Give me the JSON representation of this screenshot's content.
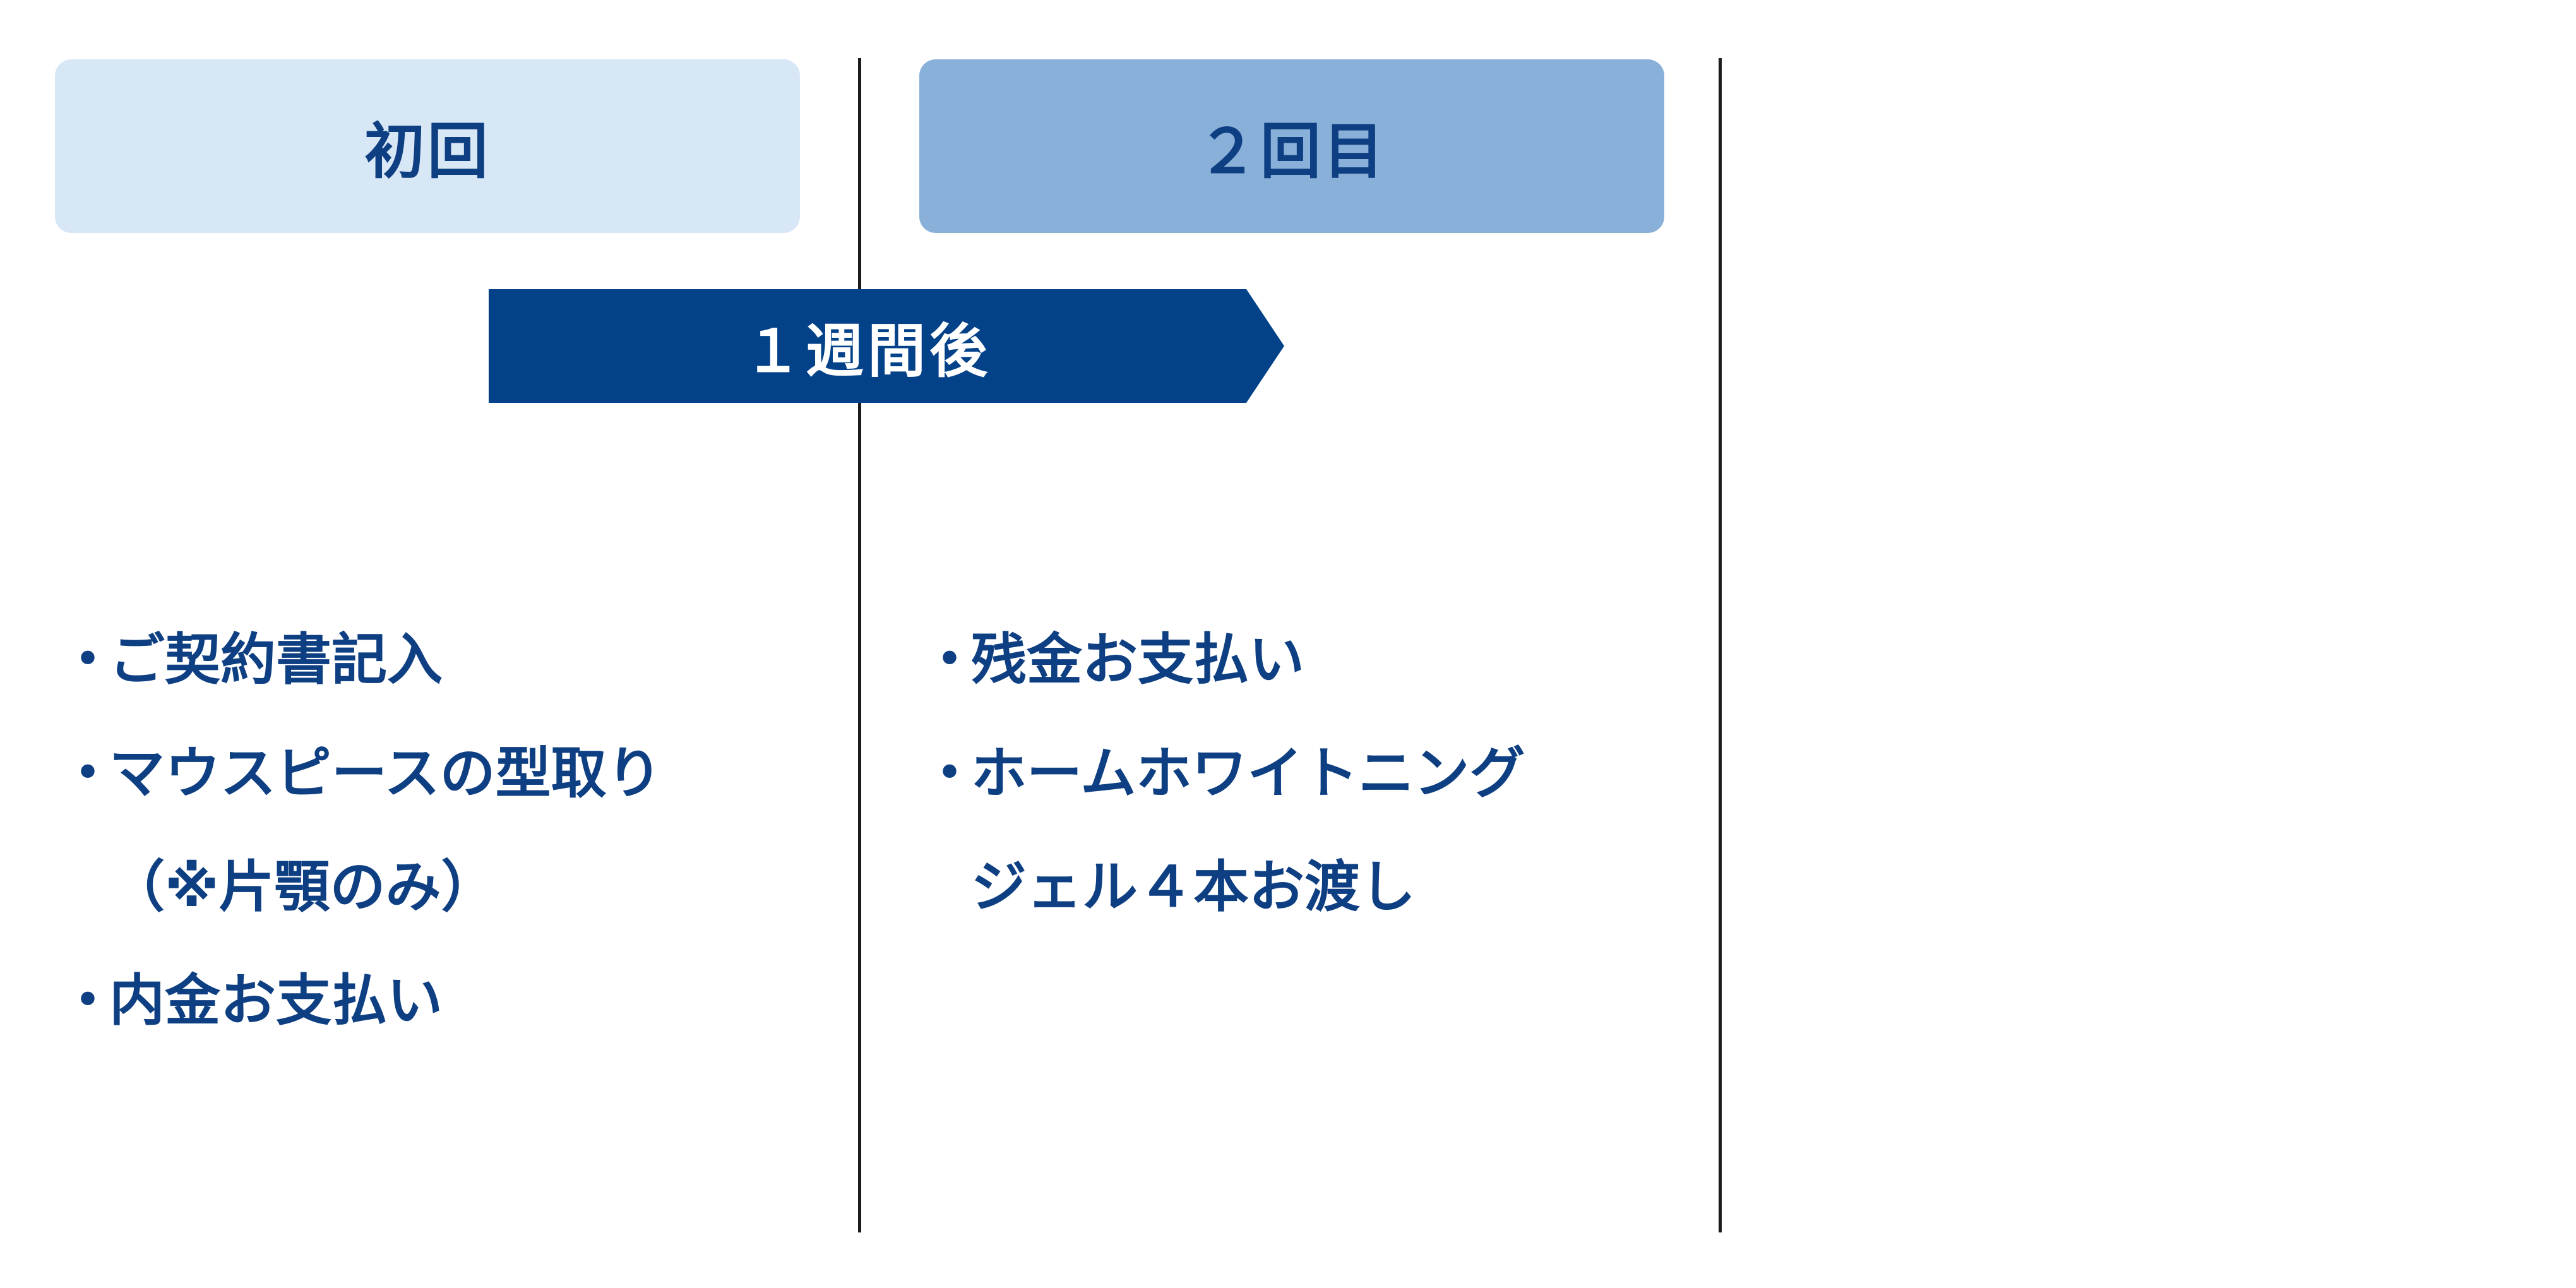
{
  "visits": [
    {
      "label": "初回",
      "tasks": [
        {
          "lines": [
            "ご契約書記入"
          ]
        },
        {
          "lines": [
            "マウスピースの型取り",
            "（※片顎のみ）"
          ]
        },
        {
          "lines": [
            "内金お支払い"
          ]
        }
      ]
    },
    {
      "label": "２回目",
      "tasks": [
        {
          "lines": [
            "残金お支払い"
          ]
        },
        {
          "lines": [
            "ホームホワイトニング",
            "ジェル４本お渡し"
          ]
        }
      ]
    }
  ],
  "interval": {
    "label": "１週間後"
  },
  "bullet": "・",
  "colors": {
    "navy": "#0e3f82",
    "arrow": "#034189",
    "first_header_bg": "#d8e7f6",
    "second_header_bg": "#89b0d9",
    "divider": "#1c1c1c",
    "background": "#ffffff"
  }
}
